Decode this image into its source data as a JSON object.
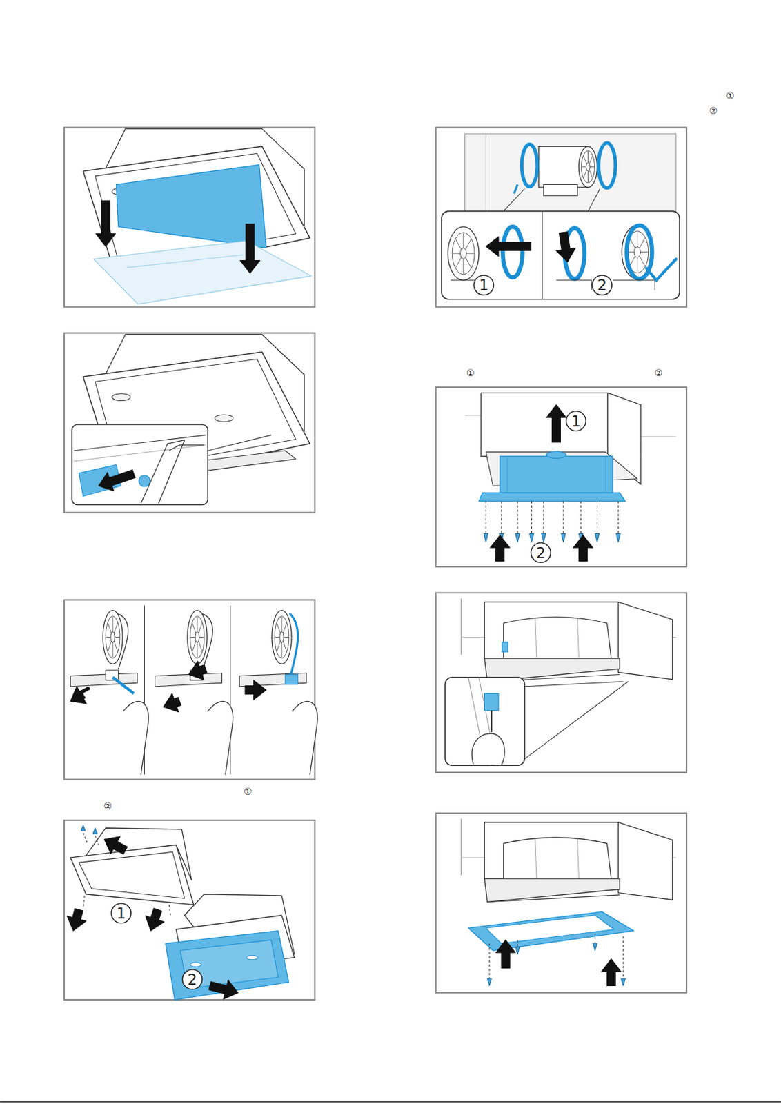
{
  "diagram": {
    "labels": [
      "①",
      "②",
      "1",
      "2",
      "①",
      "②",
      "1",
      "2",
      "①",
      "②",
      "1",
      "2"
    ]
  }
}
